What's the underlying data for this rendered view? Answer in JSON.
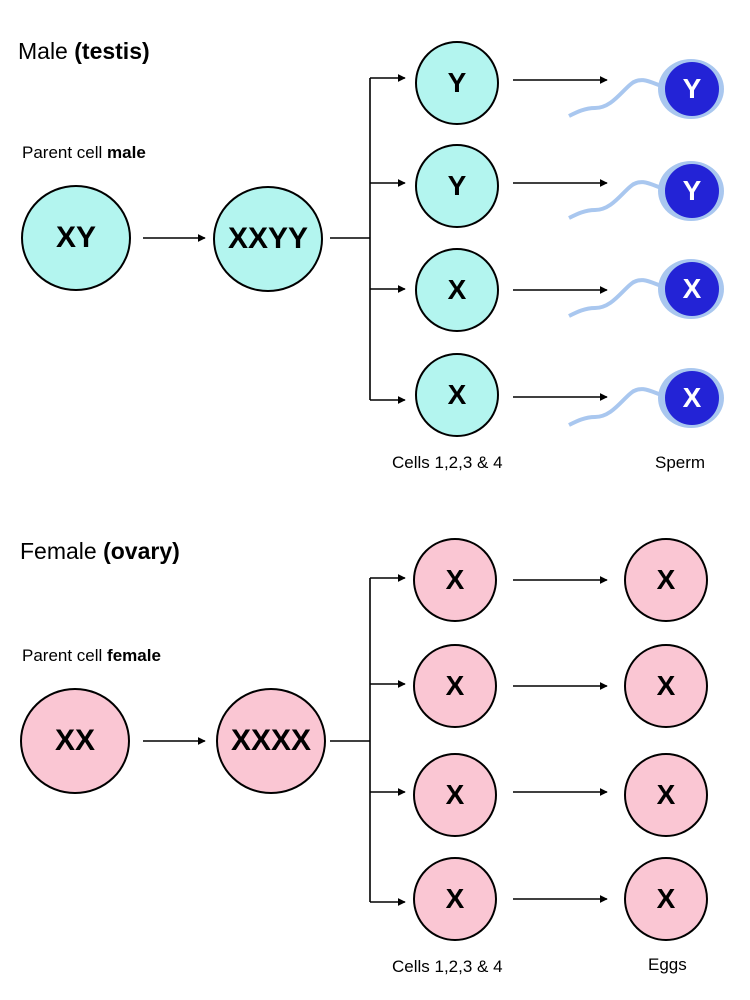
{
  "male": {
    "heading_plain": "Male ",
    "heading_bold": "(testis)",
    "parent_label_plain": "Parent cell ",
    "parent_label_bold": "male",
    "parent_cell": "XY",
    "replicated_cell": "XXYY",
    "daughter_cells": [
      "Y",
      "Y",
      "X",
      "X"
    ],
    "gametes": [
      "Y",
      "Y",
      "X",
      "X"
    ],
    "cells_caption": "Cells 1,2,3 & 4",
    "gametes_caption": "Sperm"
  },
  "female": {
    "heading_plain": "Female ",
    "heading_bold": "(ovary)",
    "parent_label_plain": "Parent cell ",
    "parent_label_bold": "female",
    "parent_cell": "XX",
    "replicated_cell": "XXXX",
    "daughter_cells": [
      "X",
      "X",
      "X",
      "X"
    ],
    "gametes": [
      "X",
      "X",
      "X",
      "X"
    ],
    "cells_caption": "Cells 1,2,3 & 4",
    "gametes_caption": "Eggs"
  },
  "colors": {
    "male_cell": "#b3f5ef",
    "female_cell": "#fac6d3",
    "sperm_head": "#2323d6",
    "sperm_body": "#a9c7ef"
  },
  "icons": {
    "sperm": "sperm-icon"
  }
}
